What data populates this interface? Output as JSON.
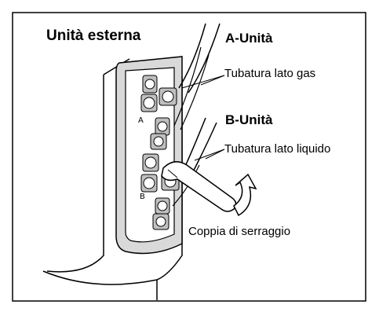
{
  "labels": {
    "title": "Unità esterna",
    "unit_a": "A-Unità",
    "gas_pipe": "Tubatura lato gas",
    "unit_b": "B-Unità",
    "liquid_pipe": "Tubatura lato liquido",
    "torque": "Coppia di serraggio",
    "mark_a": "A",
    "mark_b": "B"
  },
  "colors": {
    "line": "#000000",
    "panel": "#d9d9d9",
    "valve": "#bfbfbf",
    "background": "#ffffff"
  },
  "icons": {
    "arrow": "curved-arrow-icon",
    "wrench": "wrench-icon"
  }
}
